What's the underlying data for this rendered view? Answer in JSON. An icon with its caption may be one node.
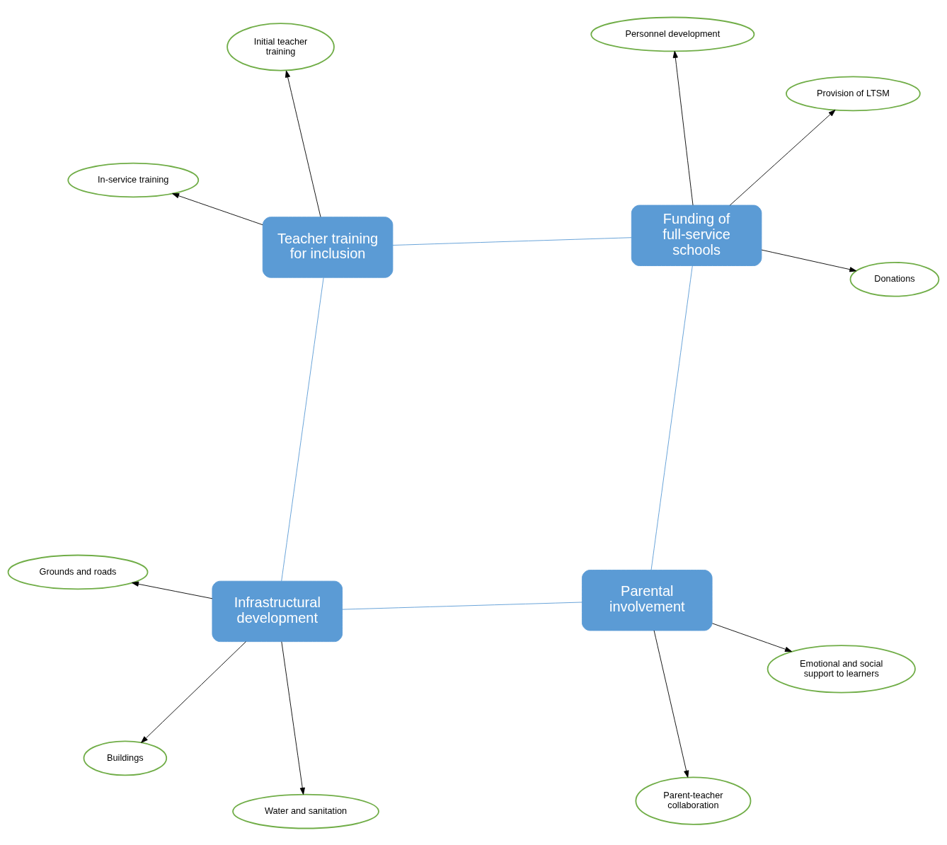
{
  "diagram": {
    "nodes": [
      {
        "text": [
          "Infrastructural development"
        ]
      },
      {
        "text": [
          "Water and sanitation"
        ]
      },
      {
        "text": [
          "Buildings"
        ]
      },
      {
        "text": [
          "Grounds and roads"
        ]
      },
      {
        "text": [
          "Teacher training for inclusion"
        ]
      },
      {
        "text": [
          "Initial teacher training"
        ]
      },
      {
        "text": [
          "In-service training"
        ]
      },
      {
        "text": [
          "Parental involvement"
        ]
      },
      {
        "text": [
          "Parent-teacher collaboration"
        ]
      },
      {
        "text": [
          "Emotional and social support to learners"
        ]
      },
      {
        "text": [
          "Funding of full-service schools"
        ]
      },
      {
        "text": [
          "Personnel development"
        ]
      },
      {
        "text": [
          "Donations"
        ]
      },
      {
        "text": [
          "Provision of LTSM"
        ]
      }
    ],
    "edges": [
      {
        "from": 0,
        "to": 2,
        "arrow": "to"
      },
      {
        "from": 0,
        "to": 1,
        "arrow": "to"
      },
      {
        "from": 0,
        "to": 3,
        "arrow": "to"
      },
      {
        "from": 4,
        "to": 5,
        "arrow": "to"
      },
      {
        "from": 4,
        "to": 6,
        "arrow": "to"
      },
      {
        "from": 7,
        "to": 8,
        "arrow": "to"
      },
      {
        "from": 7,
        "to": 9,
        "arrow": "to"
      },
      {
        "from": 10,
        "to": 11,
        "arrow": "to"
      },
      {
        "from": 10,
        "to": 12,
        "arrow": "to"
      },
      {
        "from": 10,
        "to": 13,
        "arrow": "to"
      },
      {
        "from": 0,
        "to": 7,
        "arrow": "none",
        "color": "#5b9bd5"
      },
      {
        "from": 7,
        "to": 10,
        "arrow": "none",
        "color": "#5b9bd5"
      },
      {
        "from": 10,
        "to": 4,
        "arrow": "none",
        "color": "#5b9bd5"
      },
      {
        "from": 4,
        "to": 0,
        "arrow": "none",
        "color": "#5b9bd5"
      }
    ]
  }
}
